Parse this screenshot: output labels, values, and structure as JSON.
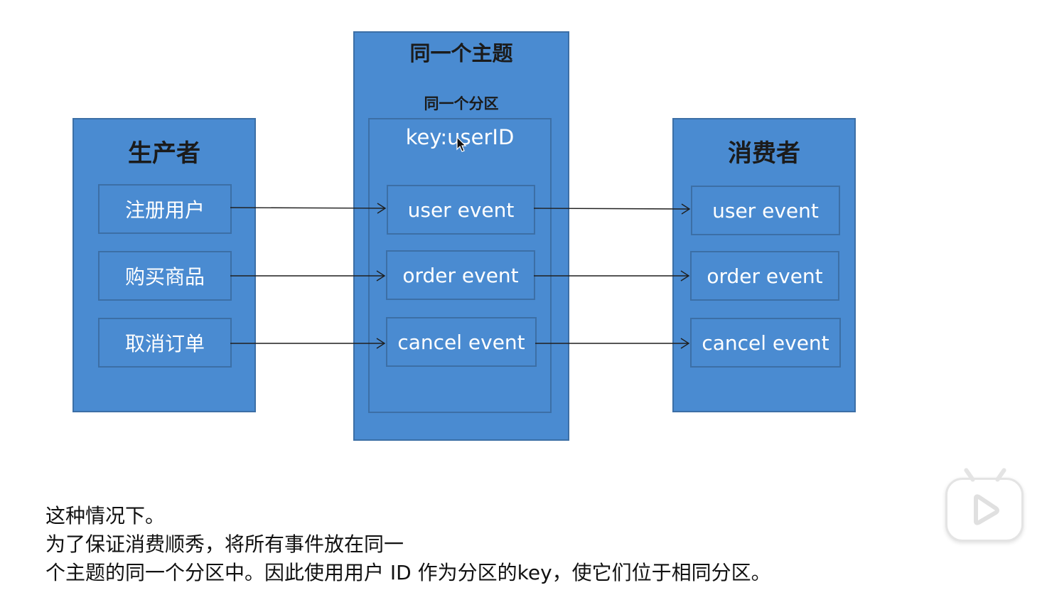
{
  "producer": {
    "title": "生产者",
    "items": [
      "注册用户",
      "购买商品",
      "取消订单"
    ]
  },
  "topic": {
    "title": "同一个主题",
    "partition_title": "同一个分区",
    "key_label": "key:userID",
    "items": [
      "user event",
      "order event",
      "cancel event"
    ]
  },
  "consumer": {
    "title": "消费者",
    "items": [
      "user event",
      "order event",
      "cancel event"
    ]
  },
  "caption": {
    "line1": "这种情况下。",
    "line2": "为了保证消费顺秀，将所有事件放在同一",
    "line3": "个主题的同一个分区中。因此使用用户 ID 作为分区的key，使它们位于相同分区。"
  },
  "colors": {
    "panel": "#4a8bd1",
    "border": "#3c6fa6",
    "arrow": "#1f1f1f"
  },
  "icons": {
    "cursor": "mouse-pointer-icon",
    "badge": "bilibili-play-icon"
  }
}
